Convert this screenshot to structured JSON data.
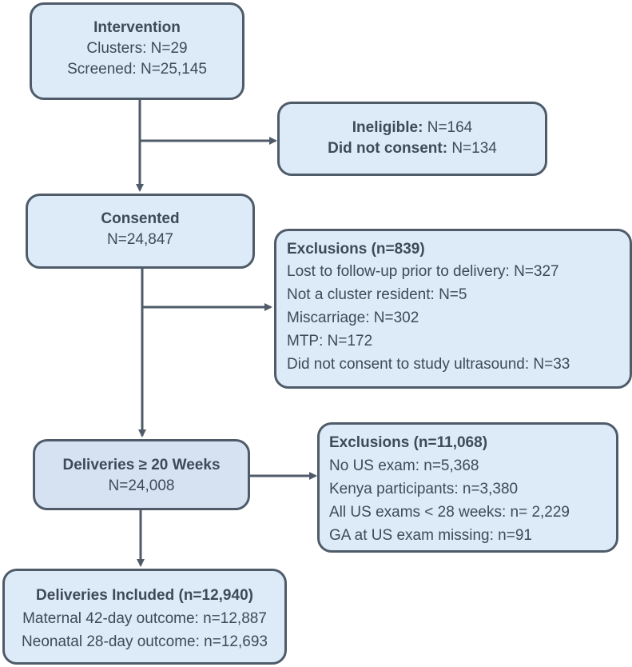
{
  "intervention": {
    "title": "Intervention",
    "clusters": "Clusters: N=29",
    "screened": "Screened: N=25,145"
  },
  "ineligible": {
    "ineligible_label": "Ineligible:",
    "ineligible_value": " N=164",
    "noconsent_label": "Did not consent:",
    "noconsent_value": " N=134"
  },
  "consented": {
    "title": "Consented",
    "n": "N=24,847"
  },
  "exclusions1": {
    "title": "Exclusions (n=839)",
    "items": [
      "Lost to follow-up prior to delivery: N=327",
      "Not a cluster resident: N=5",
      "Miscarriage: N=302",
      "MTP: N=172",
      "Did not consent to study ultrasound: N=33"
    ]
  },
  "deliveries": {
    "title": "Deliveries ≥ 20 Weeks",
    "n": "N=24,008"
  },
  "exclusions2": {
    "title": "Exclusions (n=11,068)",
    "items": [
      "No US exam: n=5,368",
      "Kenya participants: n=3,380",
      "All US exams < 28 weeks: n= 2,229",
      "GA at US exam missing: n=91"
    ]
  },
  "included": {
    "title": "Deliveries Included (n=12,940)",
    "maternal": "Maternal 42-day outcome: n=12,887",
    "neonatal": "Neonatal 28-day outcome: n=12,693"
  },
  "colors": {
    "box_fill": "#dcebf7",
    "box_fill_dark": "#d6e2f1",
    "border": "#4f5b69",
    "text": "#3f4a57"
  }
}
